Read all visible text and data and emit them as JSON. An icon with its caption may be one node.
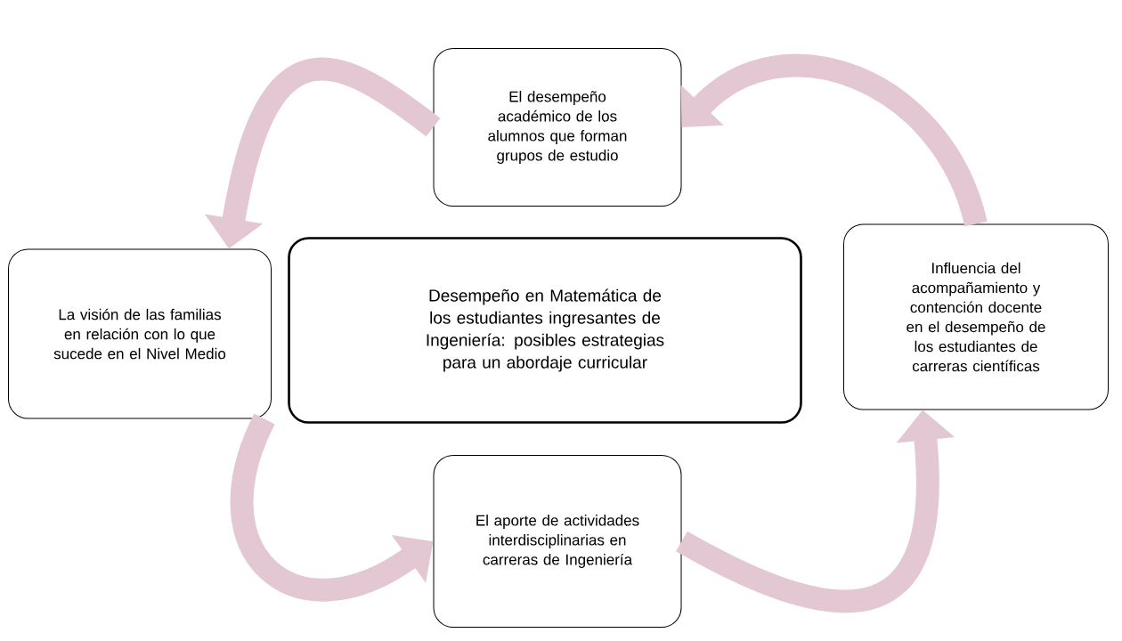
{
  "diagram": {
    "nodes": [
      {
        "text": [
          "Desempeño en Matemática de los estudiantes ingresantes de Ingeniería: posibles estrategias para un abordaje curricular"
        ]
      },
      {
        "text": [
          "El desempeño académico de los alumnos que forman grupos de estudio"
        ]
      },
      {
        "text": [
          "La visión de las familias en relación con lo que sucede en el Nivel Medio"
        ]
      },
      {
        "text": [
          "Influencia del acompañamiento y contención docente en el desempeño de los estudiantes de carreras científicas"
        ]
      },
      {
        "text": [
          "El aporte de actividades interdisciplinarias en carreras de Ingeniería"
        ]
      }
    ],
    "edges": [
      {
        "from": 3,
        "to": 1,
        "arrow": "to"
      },
      {
        "from": 1,
        "to": 2,
        "arrow": "to"
      },
      {
        "from": 2,
        "to": 4,
        "arrow": "to"
      },
      {
        "from": 4,
        "to": 3,
        "arrow": "to"
      }
    ]
  }
}
